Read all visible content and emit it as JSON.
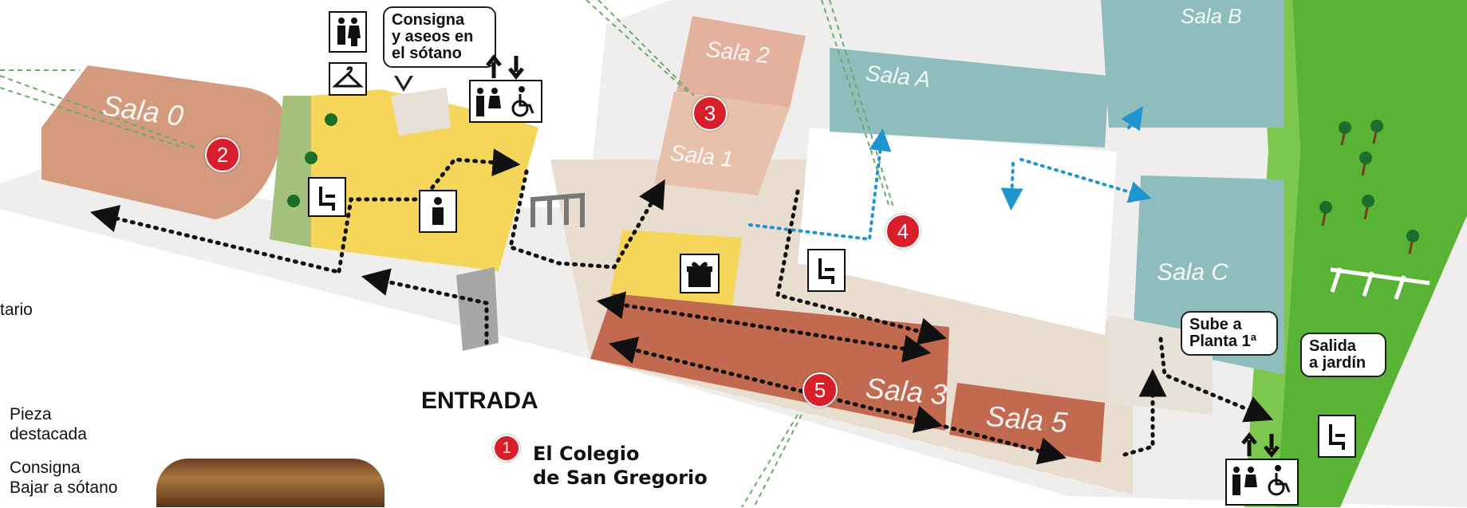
{
  "rooms": {
    "sala_0": "Sala 0",
    "sala_1": "Sala 1",
    "sala_2": "Sala 2",
    "sala_3": "Sala 3",
    "sala_5": "Sala 5",
    "sala_a": "Sala A",
    "sala_b": "Sala B",
    "sala_c": "Sala C"
  },
  "numbers": {
    "n1": "1",
    "n2": "2",
    "n3": "3",
    "n4": "4",
    "n5": "5"
  },
  "callouts": {
    "consigna": [
      "Consigna",
      "y aseos en",
      "el sótano"
    ],
    "sube": [
      "Sube a",
      "Planta 1ª"
    ],
    "salida": [
      "Salida",
      "a jardín"
    ]
  },
  "entrance_label": "ENTRADA",
  "building_title": [
    "El Colegio",
    "de San Gregorio"
  ],
  "legend": {
    "tario": "tario",
    "pieza": [
      "Pieza",
      "destacada"
    ],
    "consigna": "Consigna",
    "bajar": "Bajar a sótano"
  },
  "colors": {
    "sala_terracotta": "#d39a7e",
    "sala_red_brown": "#c26a4f",
    "sala_teal": "#8fbcbc",
    "hall_yellow": "#f6d65a",
    "garden_green": "#59b436",
    "marker_red": "#d81e2a",
    "path_black": "#111111",
    "path_blue": "#1e95d0",
    "leader_green": "#6aaa6a"
  },
  "icons": [
    "toilets-icon",
    "cloakroom-icon",
    "elevator-icon",
    "wheelchair-icon",
    "information-icon",
    "gift-shop-icon",
    "seat-icon",
    "tree-icon",
    "fence-icon"
  ]
}
